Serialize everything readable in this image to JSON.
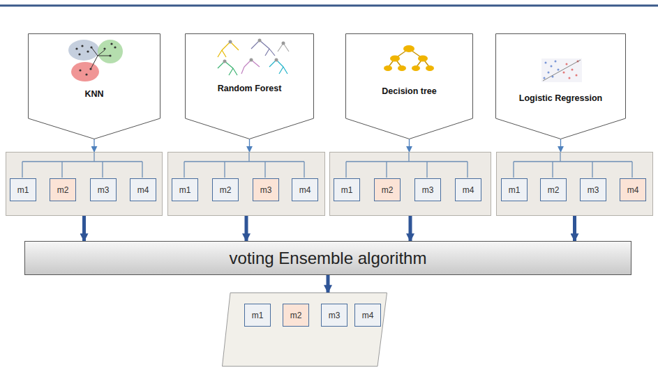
{
  "diagram": {
    "nodes": [
      {
        "text": [
          "KNN"
        ]
      },
      {
        "text": [
          "Random Forest"
        ]
      },
      {
        "text": [
          "Decision tree"
        ]
      },
      {
        "text": [
          "Logistic  Regression"
        ]
      },
      {
        "text": []
      },
      {
        "text": [
          "m1"
        ],
        "in": 4
      },
      {
        "text": [
          "m2"
        ],
        "in": 4
      },
      {
        "text": [
          "m3"
        ],
        "in": 4
      },
      {
        "text": [
          "m4"
        ],
        "in": 4
      },
      {
        "text": []
      },
      {
        "text": [
          "m1"
        ],
        "in": 9
      },
      {
        "text": [
          "m2"
        ],
        "in": 9
      },
      {
        "text": [
          "m3"
        ],
        "in": 9
      },
      {
        "text": [
          "m4"
        ],
        "in": 9
      },
      {
        "text": []
      },
      {
        "text": [
          "m1"
        ],
        "in": 14
      },
      {
        "text": [
          "m2"
        ],
        "in": 14
      },
      {
        "text": [
          "m3"
        ],
        "in": 14
      },
      {
        "text": [
          "m4"
        ],
        "in": 14
      },
      {
        "text": []
      },
      {
        "text": [
          "m1"
        ],
        "in": 19
      },
      {
        "text": [
          "m2"
        ],
        "in": 19
      },
      {
        "text": [
          "m3"
        ],
        "in": 19
      },
      {
        "text": [
          "m4"
        ],
        "in": 19
      },
      {
        "text": [
          "voting Ensemble algorithm"
        ]
      },
      {
        "text": []
      },
      {
        "text": [
          "m1"
        ],
        "in": 25
      },
      {
        "text": [
          "m2"
        ],
        "in": 25
      },
      {
        "text": [
          "m3"
        ],
        "in": 25
      },
      {
        "text": [
          "m4"
        ],
        "in": 25
      }
    ],
    "edges": [
      {
        "from": 0,
        "to": 4,
        "arrow": "to"
      },
      {
        "from": 1,
        "to": 9,
        "arrow": "to"
      },
      {
        "from": 2,
        "to": 14,
        "arrow": "to"
      },
      {
        "from": 3,
        "to": 19,
        "arrow": "to"
      },
      {
        "from": 4,
        "to": 24,
        "arrow": "to"
      },
      {
        "from": 9,
        "to": 24,
        "arrow": "to"
      },
      {
        "from": 14,
        "to": 24,
        "arrow": "to"
      },
      {
        "from": 19,
        "to": 24,
        "arrow": "to"
      },
      {
        "from": 24,
        "to": 25,
        "arrow": "to"
      }
    ]
  }
}
